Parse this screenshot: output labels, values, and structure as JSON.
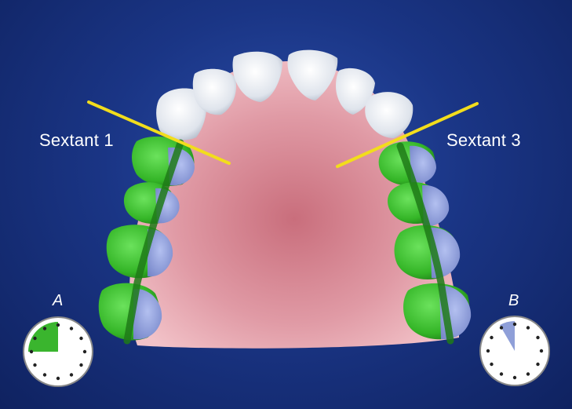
{
  "labels": {
    "sextant_left": "Sextant 1",
    "sextant_right": "Sextant 3"
  },
  "clocks": {
    "a": {
      "letter": "A",
      "filled_fraction": 0.25,
      "fill_color": "#3ab52e"
    },
    "b": {
      "letter": "B",
      "filled_fraction": 0.083,
      "fill_color": "#8f9fd8"
    }
  },
  "colors": {
    "palate": "#d98a96",
    "incisor": "#e8ecf2",
    "buccal_band": "#3fbf30",
    "lingual_band": "#8e9fdc",
    "guide_line": "#f2dd1c"
  }
}
